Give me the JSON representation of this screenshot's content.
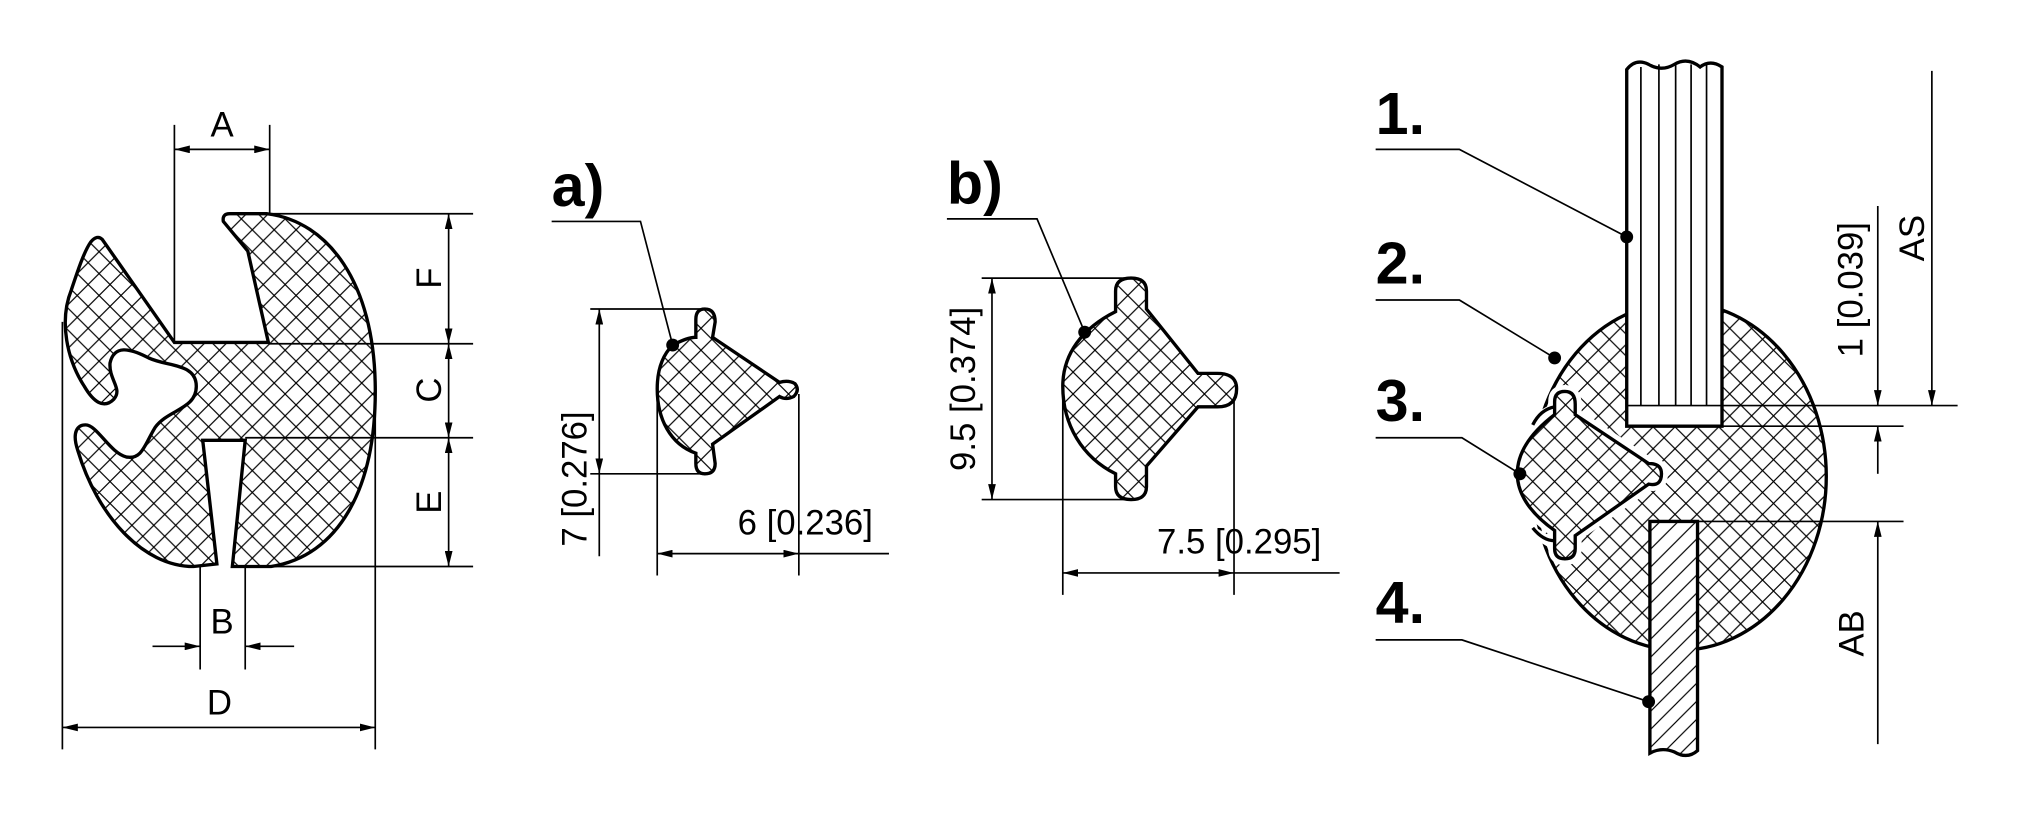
{
  "profile": {
    "dims": {
      "a": "A",
      "b": "B",
      "c": "C",
      "d": "D",
      "e": "E",
      "f": "F"
    }
  },
  "variant_a": {
    "label": "a)",
    "height_dim": "7 [0.276]",
    "width_dim": "6 [0.236]"
  },
  "variant_b": {
    "label": "b)",
    "height_dim": "9.5 [0.374]",
    "width_dim": "7.5 [0.295]"
  },
  "assembly": {
    "callouts": [
      "1.",
      "2.",
      "3.",
      "4."
    ],
    "gap_dim": "1 [0.039]",
    "as_label": "AS",
    "ab_label": "AB"
  },
  "colors": {
    "line": "#000000",
    "background": "#ffffff"
  }
}
